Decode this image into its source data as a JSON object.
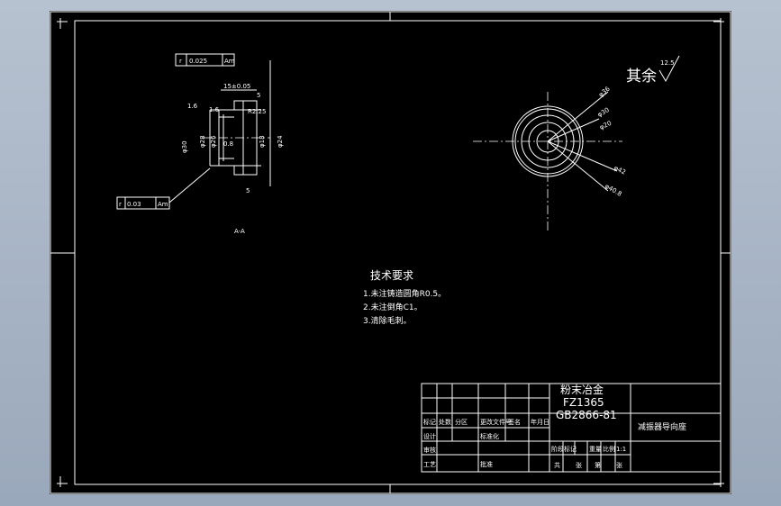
{
  "drawing": {
    "tolerance_top": {
      "symbol": "r",
      "value": "0.025",
      "ref": "Am"
    },
    "tolerance_bottom": {
      "symbol": "r",
      "value": "0.03",
      "ref": "Am"
    },
    "dims": [
      "15±0.05",
      "5",
      "5",
      "R2.25",
      "1.6",
      "1.6",
      "0.8"
    ],
    "side_dims": [
      "φ30",
      "φ28",
      "φ26",
      "φ18",
      "φ24"
    ],
    "section_note": "A-A",
    "surface_finish": {
      "label": "其余",
      "value": "12.5"
    },
    "circle_dims": [
      "φ36",
      "φ30",
      "φ20",
      "φ42",
      "φ40.8"
    ],
    "tech_req": {
      "title": "技术要求",
      "items": [
        "1.未注铸造圆角R0.5。",
        "2.未注倒角C1。",
        "3.清除毛刺。"
      ]
    }
  },
  "title_block": {
    "material": "粉末冶金",
    "grade": "FZ1365",
    "standard": "GB2866-81",
    "part_name": "减振器导向座",
    "small": [
      "标记",
      "处数",
      "分区",
      "更改文件号",
      "签名",
      "年月日",
      "设计",
      "标准化",
      "阶段标记",
      "重量",
      "比例",
      "审核",
      "工艺",
      "批准",
      "共",
      "张",
      "第",
      "张",
      "1:1"
    ]
  }
}
